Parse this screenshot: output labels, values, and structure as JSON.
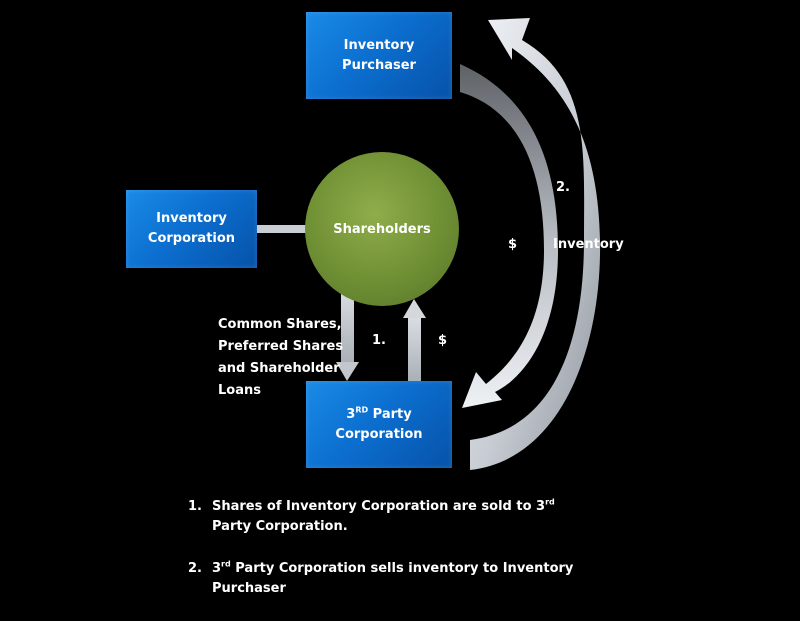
{
  "boxes": {
    "purchaser": "Inventory\nPurchaser",
    "corporation": "Inventory\nCorporation",
    "third_party_prefix": "3",
    "third_party_sup": "RD",
    "third_party_rest": " Party",
    "third_party_line2": "Corporation"
  },
  "circle": {
    "label": "Shareholders"
  },
  "labels": {
    "shares": "Common Shares,\nPreferred Shares\nand Shareholder\nLoans",
    "step1": "1.",
    "dollar_up": "$",
    "step2": "2.",
    "dollar_arc": "$",
    "inventory": "Inventory"
  },
  "notes": [
    {
      "num": "1.",
      "part1": "Shares of Inventory Corporation  are sold to 3",
      "sup": "rd",
      "part2": " Party Corporation."
    },
    {
      "num": "2.",
      "part1": "3",
      "sup": "rd",
      "part2": " Party Corporation  sells inventory to Inventory Purchaser"
    }
  ],
  "colors": {
    "background": "#000000",
    "box_blue": "#0c6fd0",
    "circle_green": "#6f8f34",
    "arrow_gray": "#c8cdd4",
    "text": "#ffffff"
  }
}
